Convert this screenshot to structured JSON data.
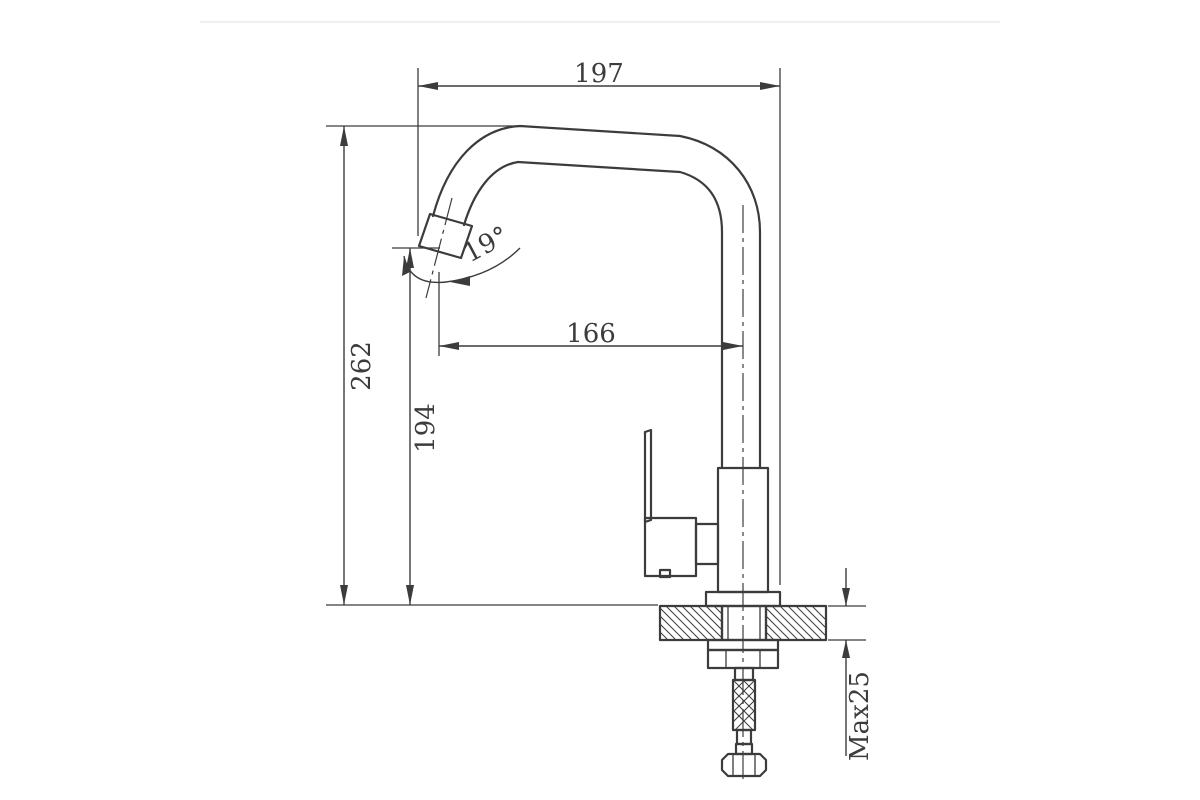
{
  "drawing": {
    "labels": {
      "overall_width": "197",
      "overall_height": "262",
      "spout_reach": "166",
      "spout_height": "194",
      "swivel_angle": "19°",
      "mount_thickness": "Max25"
    },
    "colors": {
      "line": "#3c3c3c",
      "separator": "#e6e6e6",
      "background": "#ffffff"
    }
  }
}
